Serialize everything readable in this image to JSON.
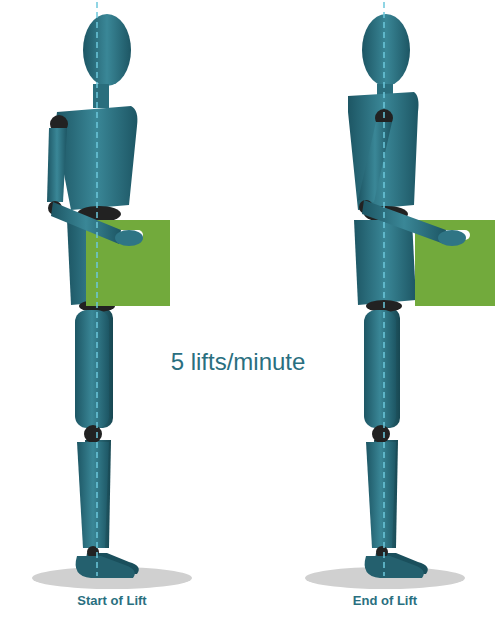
{
  "diagram": {
    "labels": [
      "5 lifts/minute",
      "Start of Lift",
      "End of Lift"
    ]
  }
}
